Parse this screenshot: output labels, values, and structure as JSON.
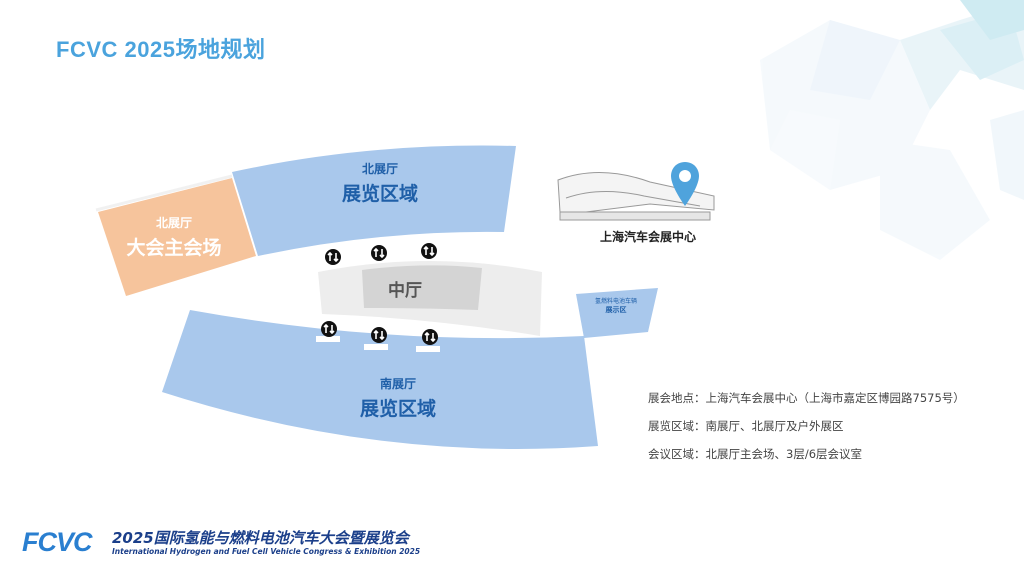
{
  "title": "FCVC 2025场地规划",
  "map": {
    "north_main": {
      "hall": "北展厅",
      "area": "大会主会场"
    },
    "north_exhibit": {
      "hall": "北展厅",
      "area": "展览区域"
    },
    "middle_hall": "中厅",
    "south_exhibit": {
      "hall": "南展厅",
      "area": "展览区域"
    },
    "hydrogen_vehicle": {
      "line1": "氢燃料电池车辆",
      "line2": "展示区"
    },
    "venue_name": "上海汽车会展中心"
  },
  "info": [
    "展会地点：上海汽车会展中心（上海市嘉定区博园路7575号）",
    "展览区域：南展厅、北展厅及户外展区",
    "会议区域：北展厅主会场、3层/6层会议室"
  ],
  "footer": {
    "logo": "FCVC",
    "title_cn": "2025国际氢能与燃料电池汽车大会暨展览会",
    "title_en": "International Hydrogen and Fuel Cell Vehicle Congress & Exhibition 2025"
  },
  "colors": {
    "title": "#4aa3dd",
    "exhibit": "#a9c8ec",
    "main_venue": "#f6c49c",
    "middle": "#d9d9d9"
  },
  "icons": [
    "escalator-icon",
    "location-pin-icon",
    "decorative-crystal-graphic"
  ]
}
